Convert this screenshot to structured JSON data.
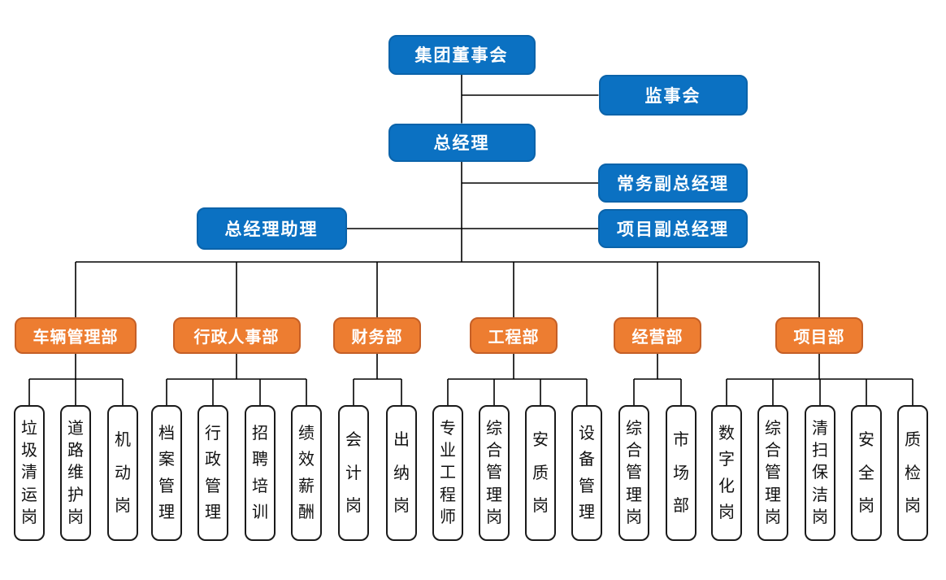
{
  "colors": {
    "executive_box_fill": "#0B71C2",
    "executive_box_border": "#0A63AA",
    "department_box_fill": "#ED7D31",
    "department_box_border": "#C55F26",
    "position_box_border": "#1A1A1A",
    "connector_line": "#000000",
    "box_text_light": "#FFFFFF",
    "box_text_dark": "#111111"
  },
  "chart": {
    "type": "org-chart",
    "executives": [
      {
        "id": "board",
        "label": "集团董事会"
      },
      {
        "id": "supervisory-board",
        "label": "监事会"
      },
      {
        "id": "general-manager",
        "label": "总经理"
      },
      {
        "id": "executive-deputy-gm",
        "label": "常务副总经理"
      },
      {
        "id": "gm-assistant",
        "label": "总经理助理"
      },
      {
        "id": "project-deputy-gm",
        "label": "项目副总经理"
      }
    ],
    "departments": [
      {
        "id": "vehicle-management",
        "label": "车辆管理部",
        "positions": [
          "垃圾清运岗",
          "道路维护岗",
          "机动岗"
        ]
      },
      {
        "id": "admin-hr",
        "label": "行政人事部",
        "positions": [
          "档案管理",
          "行政管理",
          "招聘培训",
          "绩效薪酬"
        ]
      },
      {
        "id": "finance",
        "label": "财务部",
        "positions": [
          "会计岗",
          "出纳岗"
        ]
      },
      {
        "id": "engineering",
        "label": "工程部",
        "positions": [
          "专业工程师",
          "综合管理岗",
          "安质岗",
          "设备管理"
        ]
      },
      {
        "id": "business",
        "label": "经营部",
        "positions": [
          "综合管理岗",
          "市场部"
        ]
      },
      {
        "id": "project",
        "label": "项目部",
        "positions": [
          "数字化岗",
          "综合管理岗",
          "清扫保洁岗",
          "安全岗",
          "质检岗"
        ]
      }
    ]
  }
}
